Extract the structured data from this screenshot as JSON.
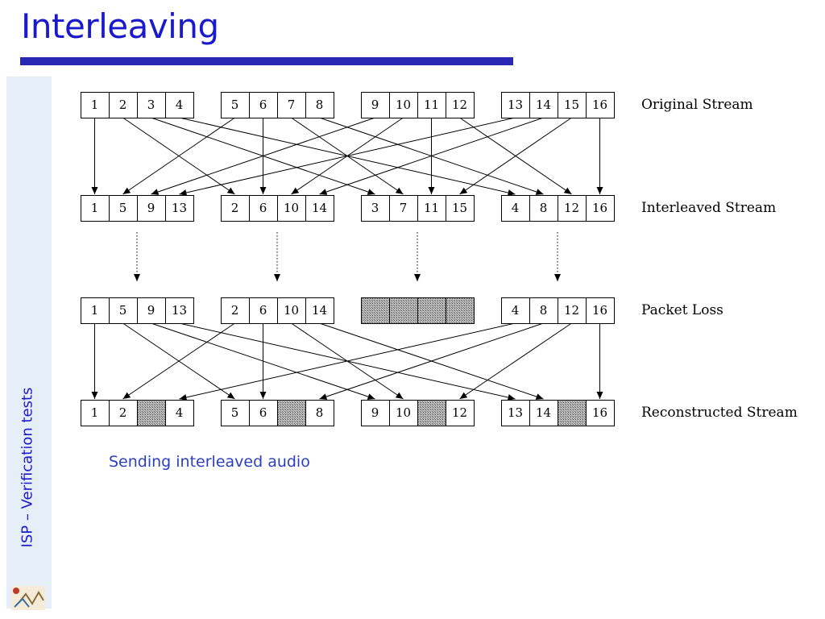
{
  "title": "Interleaving",
  "side_label": "ISP – Verification tests",
  "caption": "Sending interleaved audio",
  "colors": {
    "title": "#1a1acc",
    "title_bar": "#2828b4",
    "side_strip": "#e6eef8",
    "lost_fill": "#9a9a9a"
  },
  "icons": {
    "logo": "seal-logo-icon",
    "arrow": "arrowhead-icon"
  },
  "diagram": {
    "rows": [
      {
        "label": "Original Stream",
        "cells": [
          "1",
          "2",
          "3",
          "4",
          "5",
          "6",
          "7",
          "8",
          "9",
          "10",
          "11",
          "12",
          "13",
          "14",
          "15",
          "16"
        ]
      },
      {
        "label": "Interleaved Stream",
        "cells": [
          "1",
          "5",
          "9",
          "13",
          "2",
          "6",
          "10",
          "14",
          "3",
          "7",
          "11",
          "15",
          "4",
          "8",
          "12",
          "16"
        ]
      },
      {
        "label": "Packet Loss",
        "cells": [
          "1",
          "5",
          "9",
          "13",
          "2",
          "6",
          "10",
          "14",
          "",
          "",
          "",
          "",
          "4",
          "8",
          "12",
          "16"
        ]
      },
      {
        "label": "Reconstructed Stream",
        "cells": [
          "1",
          "2",
          "",
          "4",
          "5",
          "6",
          "",
          "8",
          "9",
          "10",
          "",
          "12",
          "13",
          "14",
          "",
          "16"
        ]
      }
    ]
  }
}
